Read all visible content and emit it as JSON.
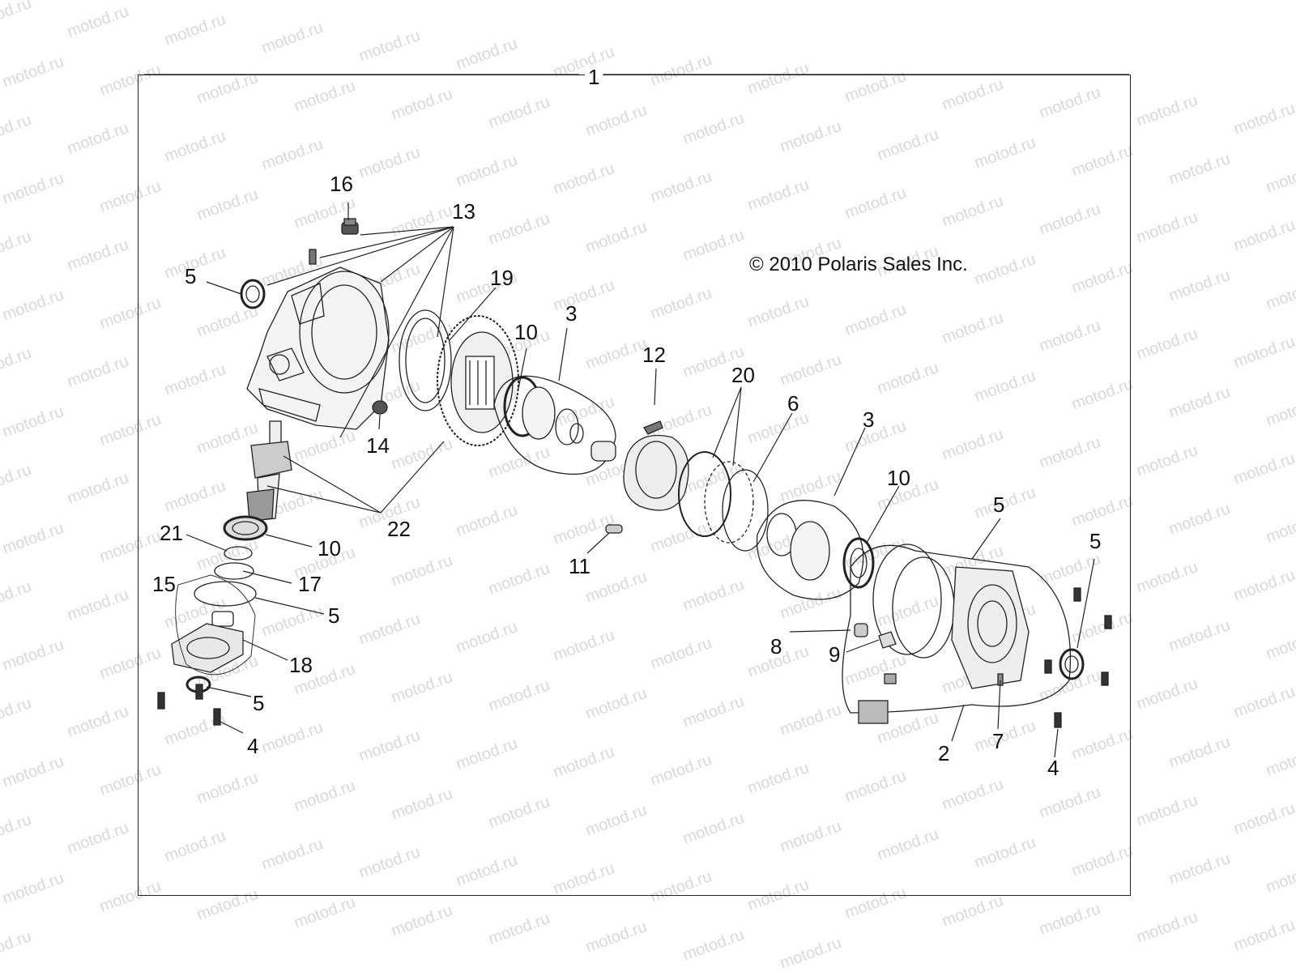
{
  "watermark": "motod.ru",
  "copyright": "© 2010 Polaris Sales Inc.",
  "frame_label": "1",
  "callouts": [
    {
      "id": "c16",
      "text": "16"
    },
    {
      "id": "c13",
      "text": "13"
    },
    {
      "id": "c5a",
      "text": "5"
    },
    {
      "id": "c19",
      "text": "19"
    },
    {
      "id": "c10a",
      "text": "10"
    },
    {
      "id": "c3a",
      "text": "3"
    },
    {
      "id": "c12",
      "text": "12"
    },
    {
      "id": "c20",
      "text": "20"
    },
    {
      "id": "c6",
      "text": "6"
    },
    {
      "id": "c3b",
      "text": "3"
    },
    {
      "id": "c10b",
      "text": "10"
    },
    {
      "id": "c5b",
      "text": "5"
    },
    {
      "id": "c5c",
      "text": "5"
    },
    {
      "id": "c14",
      "text": "14"
    },
    {
      "id": "c22",
      "text": "22"
    },
    {
      "id": "c21",
      "text": "21"
    },
    {
      "id": "c10c",
      "text": "10"
    },
    {
      "id": "c17",
      "text": "17"
    },
    {
      "id": "c15",
      "text": "15"
    },
    {
      "id": "c5d",
      "text": "5"
    },
    {
      "id": "c18",
      "text": "18"
    },
    {
      "id": "c5e",
      "text": "5"
    },
    {
      "id": "c4a",
      "text": "4"
    },
    {
      "id": "c11",
      "text": "11"
    },
    {
      "id": "c8",
      "text": "8"
    },
    {
      "id": "c9",
      "text": "9"
    },
    {
      "id": "c2",
      "text": "2"
    },
    {
      "id": "c7",
      "text": "7"
    },
    {
      "id": "c4b",
      "text": "4"
    }
  ]
}
